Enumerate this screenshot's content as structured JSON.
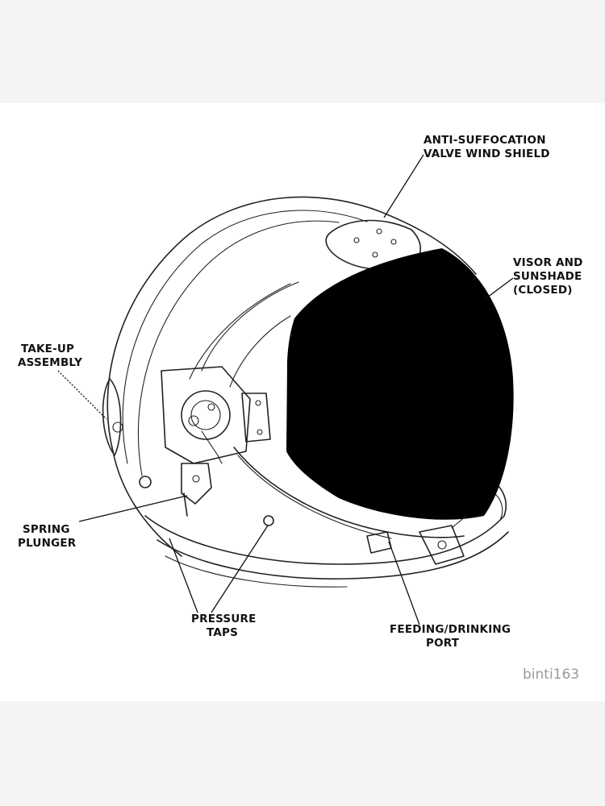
{
  "labels": {
    "anti_suffocation_1": "ANTI-SUFFOCATION",
    "anti_suffocation_2": "VALVE WIND SHIELD",
    "visor_1": "VISOR AND",
    "visor_2": "SUNSHADE",
    "visor_3": "(CLOSED)",
    "takeup_1": "TAKE-UP",
    "takeup_2": "ASSEMBLY",
    "spring_1": "SPRING",
    "spring_2": "PLUNGER",
    "pressure_1": "PRESSURE",
    "pressure_2": "TAPS",
    "feeding_1": "FEEDING/DRINKING",
    "feeding_2": "PORT"
  },
  "watermark": "binti163",
  "colors": {
    "background": "#f4f4f4",
    "canvas": "#ffffff",
    "ink": "#111111",
    "visor": "#000000",
    "watermark": "#9a9a9a"
  }
}
